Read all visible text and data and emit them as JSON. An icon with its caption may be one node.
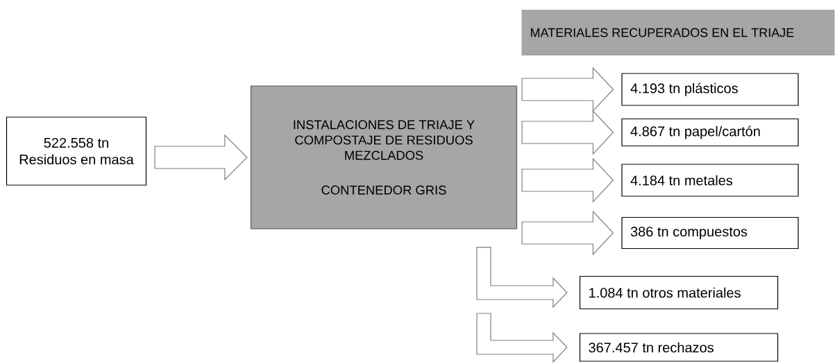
{
  "diagram": {
    "nodes": [
      {
        "text": [
          "522.558 tn Residuos en masa"
        ]
      },
      {
        "text": [
          "INSTALACIONES DE TRIAJE Y COMPOSTAJE DE RESIDUOS MEZCLADOS",
          "CONTENEDOR GRIS"
        ]
      },
      {
        "text": [
          "MATERIALES RECUPERADOS EN EL TRIAJE"
        ]
      },
      {
        "text": [
          "4.193 tn plásticos"
        ]
      },
      {
        "text": [
          "4.867 tn papel/cartón"
        ]
      },
      {
        "text": [
          "4.184 tn metales"
        ]
      },
      {
        "text": [
          "386 tn compuestos"
        ]
      },
      {
        "text": [
          "1.084 tn otros materiales"
        ]
      },
      {
        "text": [
          "367.457 tn rechazos"
        ]
      }
    ],
    "edges": [
      {
        "from": 0,
        "to": 1,
        "arrow": "to"
      },
      {
        "from": 1,
        "to": 3,
        "arrow": "to"
      },
      {
        "from": 1,
        "to": 4,
        "arrow": "to"
      },
      {
        "from": 1,
        "to": 5,
        "arrow": "to"
      },
      {
        "from": 1,
        "to": 6,
        "arrow": "to"
      },
      {
        "from": 1,
        "to": 7,
        "arrow": "to"
      },
      {
        "from": null,
        "to": 8,
        "arrow": "to"
      }
    ]
  }
}
